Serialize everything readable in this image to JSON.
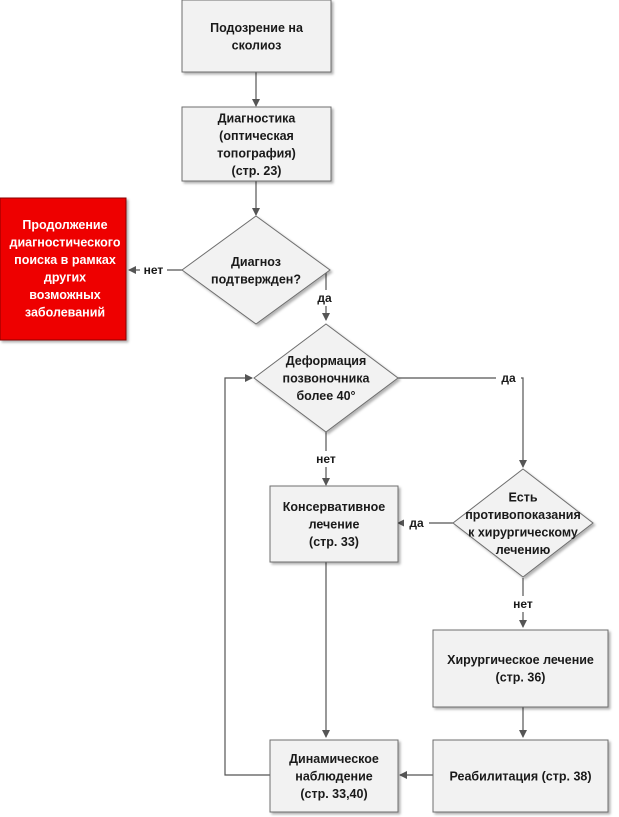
{
  "nodes": {
    "suspicion": {
      "lines": [
        "Подозрение на",
        "сколиоз"
      ]
    },
    "diagnostics": {
      "lines": [
        "Диагностика",
        "(оптическая",
        "топография)",
        "(стр. 23)"
      ]
    },
    "diagnosis_confirmed": {
      "lines": [
        "Диагноз",
        "подтвержден?"
      ]
    },
    "continue_search": {
      "lines": [
        "Продолжение",
        "диагностического",
        "поиска в рамках",
        "других",
        "возможных",
        "заболеваний"
      ]
    },
    "deformation": {
      "lines": [
        "Деформация",
        "позвоночника",
        "более 40°"
      ]
    },
    "conservative": {
      "lines": [
        "Консервативное",
        "лечение",
        "(стр. 33)"
      ]
    },
    "contraindications": {
      "lines": [
        "Есть",
        "противопоказания",
        "к хирургическому",
        "лечению"
      ]
    },
    "surgical": {
      "lines": [
        "Хирургическое лечение",
        "(стр. 36)"
      ]
    },
    "rehabilitation": {
      "lines": [
        "Реабилитация (стр. 38)"
      ]
    },
    "observation": {
      "lines": [
        "Динамическое",
        "наблюдение",
        "(стр.  33,40)"
      ]
    }
  },
  "edge_labels": {
    "confirmed_no": "нет",
    "confirmed_yes": "да",
    "deformation_yes": "да",
    "deformation_no": "нет",
    "contra_yes": "да",
    "contra_no": "нет"
  },
  "colors": {
    "box_fill": "#f2f2f2",
    "box_stroke": "#6e6e6e",
    "alert_fill": "#ee0000",
    "alert_text": "#ffffff",
    "arrow": "#555555"
  }
}
